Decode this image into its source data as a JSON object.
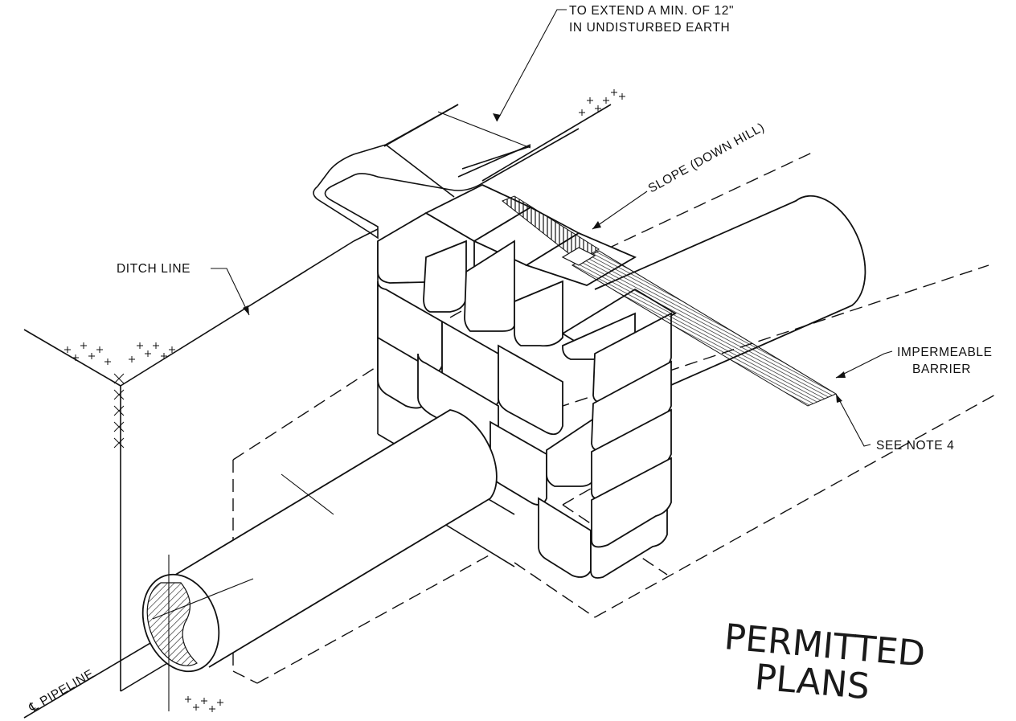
{
  "labels": {
    "extend_line1": "TO EXTEND A MIN. OF 12\"",
    "extend_line2": "IN UNDISTURBED EARTH",
    "slope": "SLOPE (DOWN HILL)",
    "ditch_line": "DITCH LINE",
    "barrier_line1": "IMPERMEABLE",
    "barrier_line2": "BARRIER",
    "see_note": "SEE NOTE 4",
    "pipeline": "℄ PIPELINE"
  },
  "stamp": {
    "line1": "PERMITTED",
    "line2": "PLANS"
  }
}
